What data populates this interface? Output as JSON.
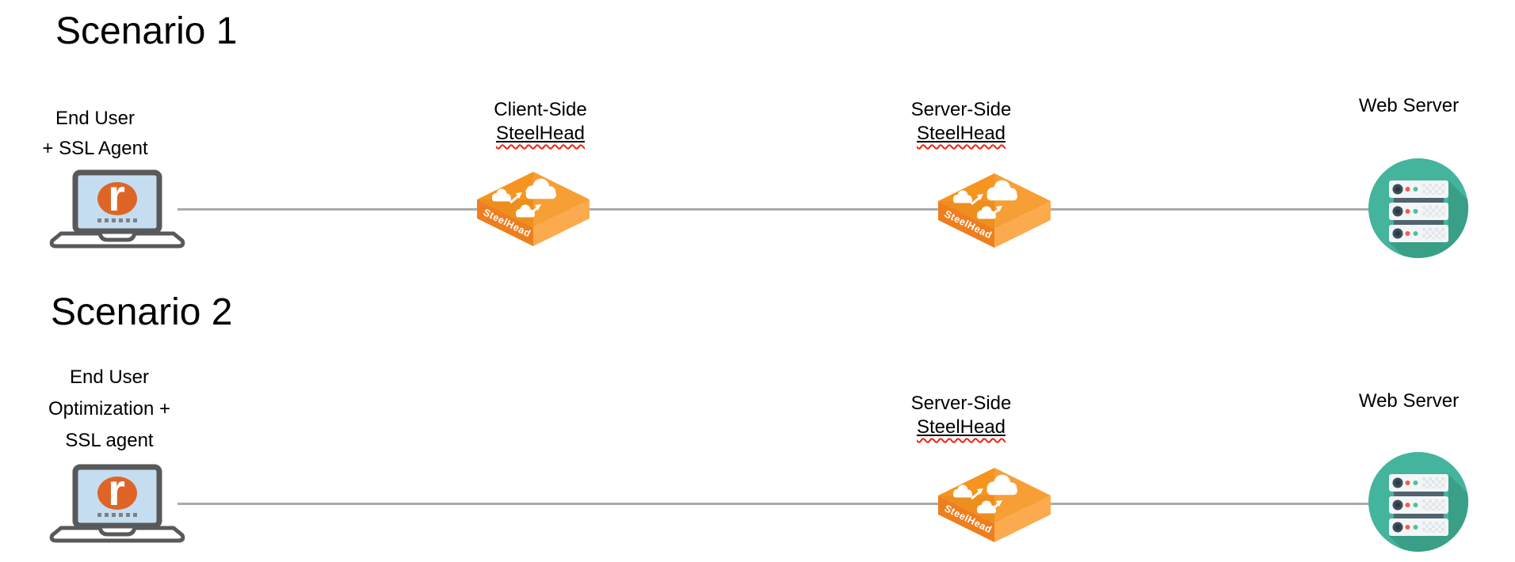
{
  "scenario1": {
    "title": "Scenario 1",
    "end_user_label": {
      "line1": "End User",
      "line2": "+ SSL Agent"
    },
    "client_side_label": {
      "line1": "Client-Side",
      "line2": "SteelHead"
    },
    "server_side_label": {
      "line1": "Server-Side",
      "line2": "SteelHead"
    },
    "web_server_label": "Web Server"
  },
  "scenario2": {
    "title": "Scenario 2",
    "end_user_label": {
      "line1": "End User",
      "line2": "Optimization +",
      "line3": "SSL agent"
    },
    "server_side_label": {
      "line1": "Server-Side",
      "line2": "SteelHead"
    },
    "web_server_label": "Web Server"
  },
  "icons": {
    "laptop_logo_letter": "r",
    "steelhead_box_text": "SteelHead"
  },
  "colors": {
    "steelhead_orange_top": "#F7941F",
    "steelhead_orange_left": "#EE7E1E",
    "steelhead_orange_right": "#FBAB4E",
    "riverbed_logo_orange": "#DE6527",
    "laptop_screen_blue": "#C4DDF0",
    "laptop_frame_gray": "#58595B",
    "web_server_teal": "#45B49C",
    "web_server_shadow_teal": "#399F86",
    "server_slab_white": "#F3F5F7",
    "status_dot_red": "#F05B50",
    "status_dot_green": "#4FC09A",
    "connection_line_gray": "#ABACA7",
    "spellcheck_squiggle_red": "#F3230F",
    "text_black": "#000000"
  }
}
